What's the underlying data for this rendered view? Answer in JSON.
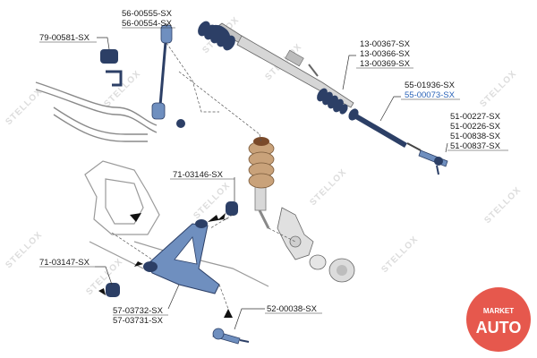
{
  "watermark": "STELLOX",
  "labels": {
    "p79_00581": "79-00581-SX",
    "p56_00555": "56-00555-SX",
    "p56_00554": "56-00554-SX",
    "p13_00367": "13-00367-SX",
    "p13_00366": "13-00366-SX",
    "p13_00369": "13-00369-SX",
    "p55_01936": "55-01936-SX",
    "p55_00073": "55-00073-SX",
    "p51_00227": "51-00227-SX",
    "p51_00226": "51-00226-SX",
    "p51_00838": "51-00838-SX",
    "p51_00837": "51-00837-SX",
    "p71_03146": "71-03146-SX",
    "p71_03147": "71-03147-SX",
    "p57_03732": "57-03732-SX",
    "p57_03731": "57-03731-SX",
    "p52_00038": "52-00038-SX"
  },
  "brand": {
    "line1": "MARKET",
    "line2": "AUTO"
  },
  "colors": {
    "part_blue": "#6f8fbf",
    "highlight_blue": "#2b63b8",
    "boot_dark": "#2c3f66",
    "spring_tan": "#c9a27a",
    "line": "#333333",
    "brand_red": "#e23b2e"
  }
}
